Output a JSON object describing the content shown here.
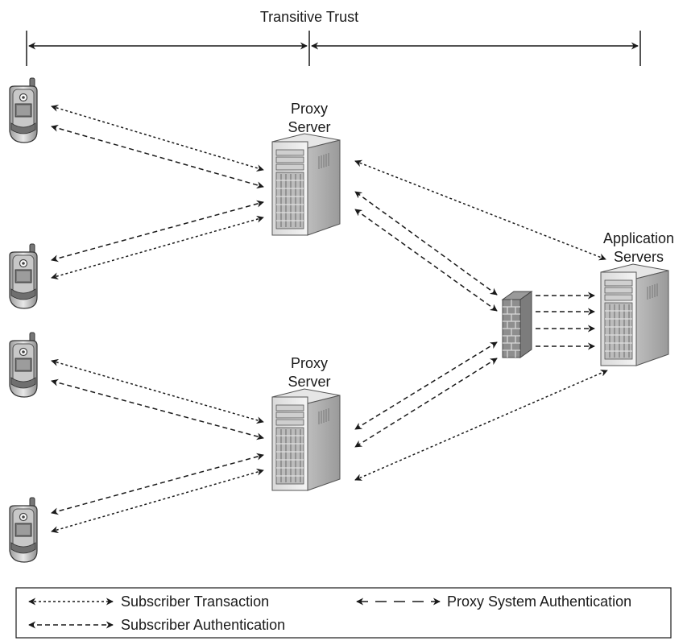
{
  "diagram": {
    "trust_label": "Transitive Trust",
    "proxy_server_top": {
      "line1": "Proxy",
      "line2": "Server"
    },
    "proxy_server_bottom": {
      "line1": "Proxy",
      "line2": "Server"
    },
    "application_servers": {
      "line1": "Application",
      "line2": "Servers"
    }
  },
  "legend": {
    "subscriber_transaction": "Subscriber Transaction",
    "proxy_system_authentication": "Proxy System Authentication",
    "subscriber_authentication": "Subscriber Authentication"
  },
  "line_styles": {
    "subscriber_transaction": "short-dotted",
    "subscriber_authentication": "dashed",
    "proxy_system_authentication": "long-dashed"
  },
  "icons": [
    "mobile-phone-icon",
    "server-tower-icon",
    "firewall-icon"
  ]
}
